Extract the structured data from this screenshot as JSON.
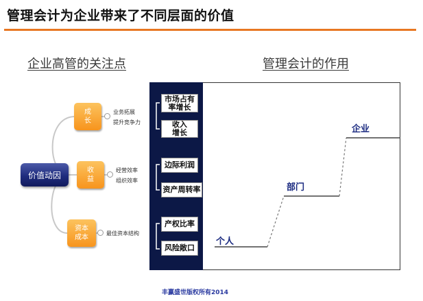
{
  "slide": {
    "title": "管理会计为企业带来了不同层面的价值",
    "accent_color": "#e87722"
  },
  "left": {
    "heading": "企业高管的关注点",
    "root": "价值动因",
    "branches": [
      {
        "label": "成\n长",
        "details": "业务拓展\n提升竞争力"
      },
      {
        "label": "收\n益",
        "details": "经营效率\n组织效率"
      },
      {
        "label": "资本\n成本",
        "details": "最佳资本结构"
      }
    ]
  },
  "right": {
    "heading": "管理会计的作用",
    "metrics": [
      "市场占有\n率增长",
      "收入\n增长",
      "边际利润",
      "资产周转率",
      "产权比率",
      "风险敞口"
    ],
    "levels": [
      "个人",
      "部门",
      "企业"
    ]
  },
  "footer": "丰赢盛世版权所有2014"
}
